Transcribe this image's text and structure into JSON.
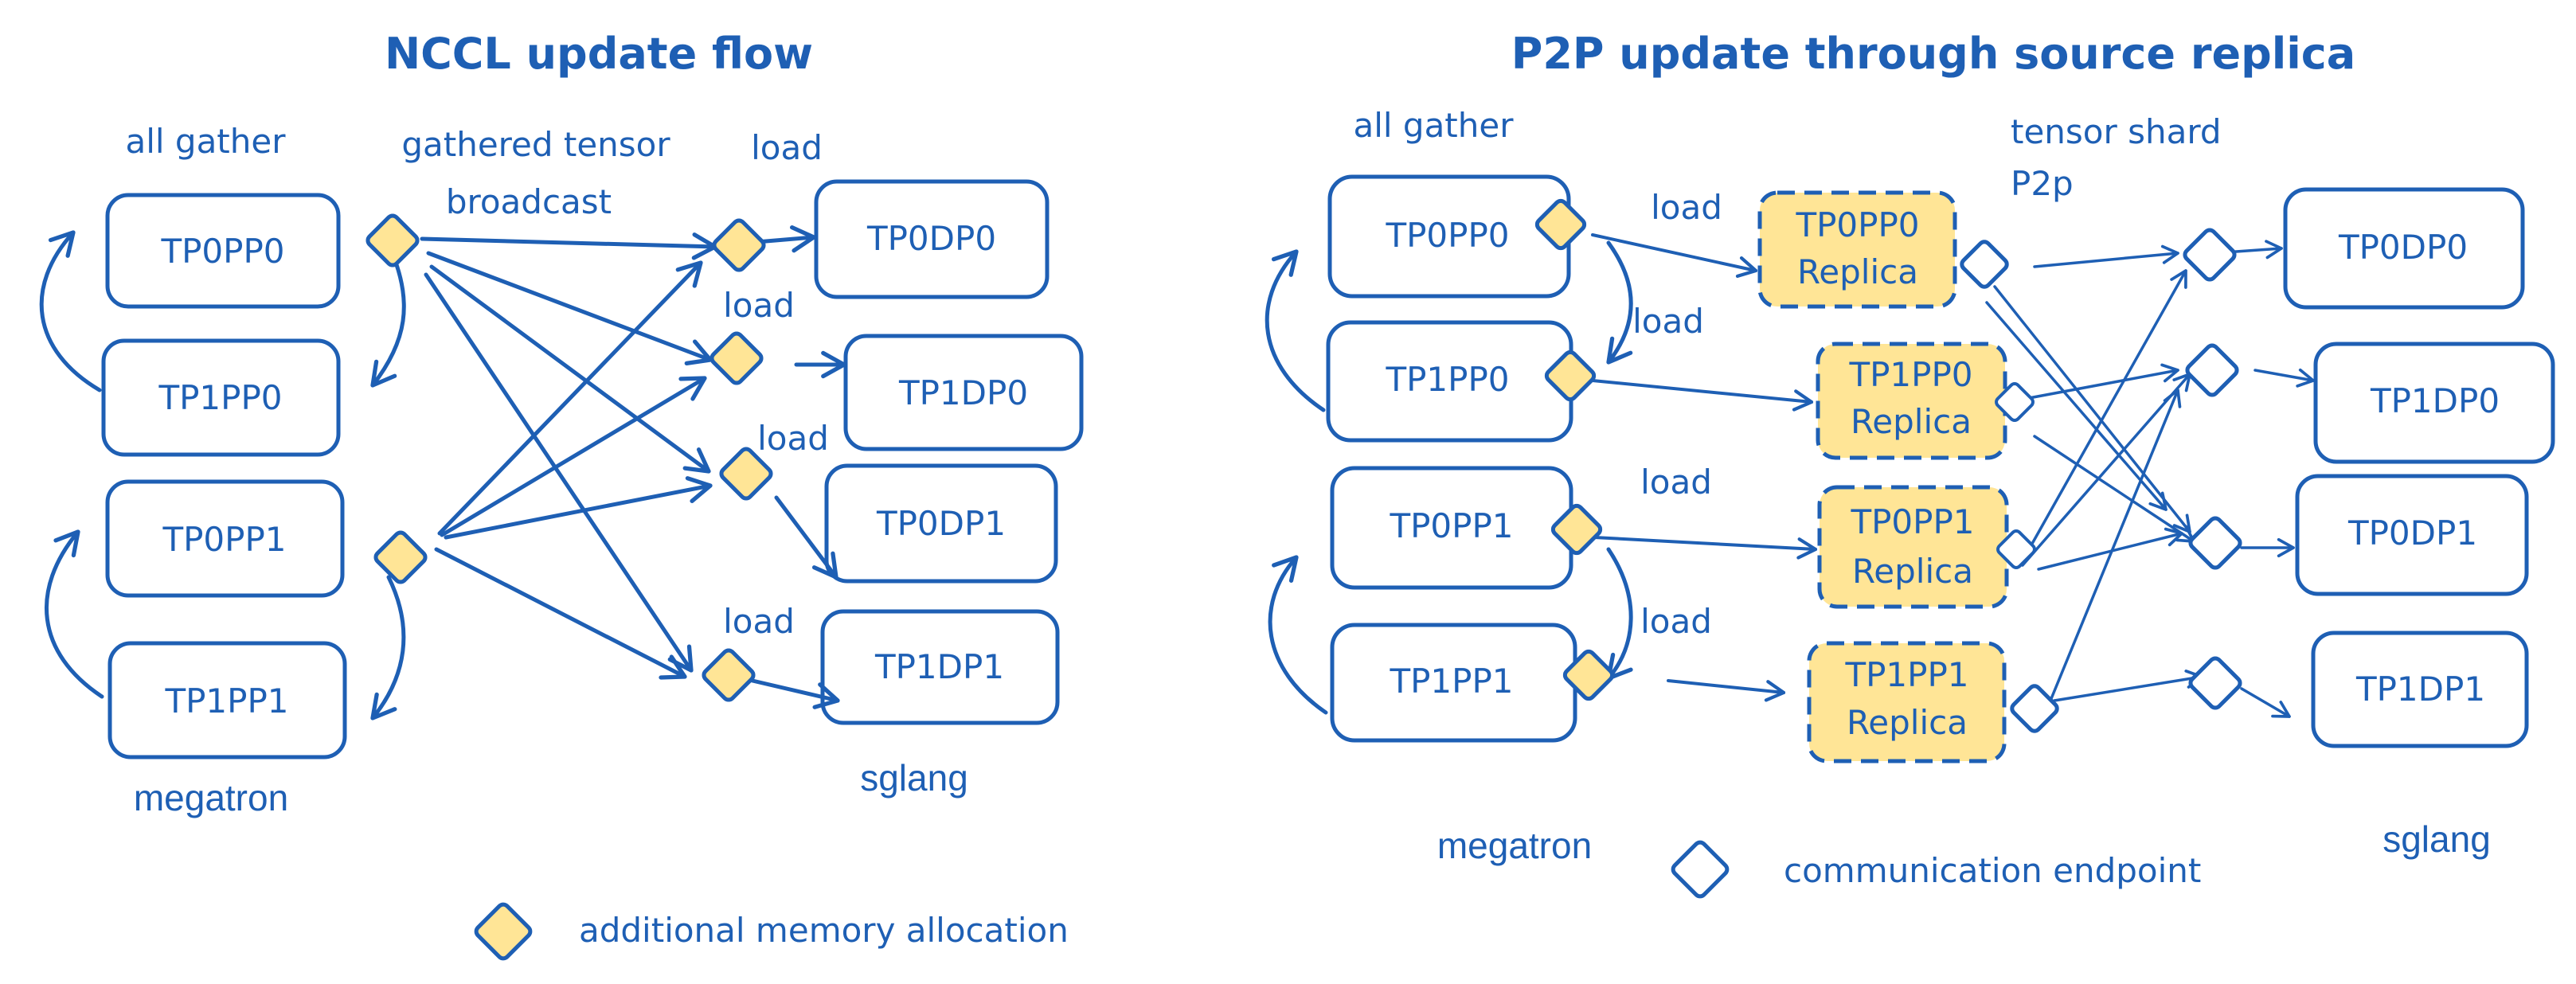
{
  "colors": {
    "stroke": "#1e5fb4",
    "fill": "#ffe596",
    "background": "#ffffff"
  },
  "left": {
    "title": "NCCL update flow",
    "all_gather_label": "all gather",
    "gathered_tensor_label": "gathered tensor",
    "broadcast_label": "broadcast",
    "load_labels": [
      "load",
      "load",
      "load",
      "load"
    ],
    "megatron_boxes": [
      "TP0PP0",
      "TP1PP0",
      "TP0PP1",
      "TP1PP1"
    ],
    "sglang_boxes": [
      "TP0DP0",
      "TP1DP0",
      "TP0DP1",
      "TP1DP1"
    ],
    "megatron_label": "megatron",
    "sglang_label": "sglang"
  },
  "right": {
    "title": "P2P update through source replica",
    "all_gather_label": "all gather",
    "tensor_shard_label": "tensor shard",
    "p2p_label": "P2p",
    "load_labels": [
      "load",
      "load",
      "load",
      "load"
    ],
    "megatron_boxes": [
      "TP0PP0",
      "TP1PP0",
      "TP0PP1",
      "TP1PP1"
    ],
    "replicas": [
      {
        "name": "TP0PP0",
        "suffix": "Replica"
      },
      {
        "name": "TP1PP0",
        "suffix": "Replica"
      },
      {
        "name": "TP0PP1",
        "suffix": "Replica"
      },
      {
        "name": "TP1PP1",
        "suffix": "Replica"
      }
    ],
    "sglang_boxes": [
      "TP0DP0",
      "TP1DP0",
      "TP0DP1",
      "TP1DP1"
    ],
    "megatron_label": "megatron",
    "sglang_label": "sglang"
  },
  "legend": {
    "memory_label": "additional memory allocation",
    "endpoint_label": "communication endpoint"
  }
}
